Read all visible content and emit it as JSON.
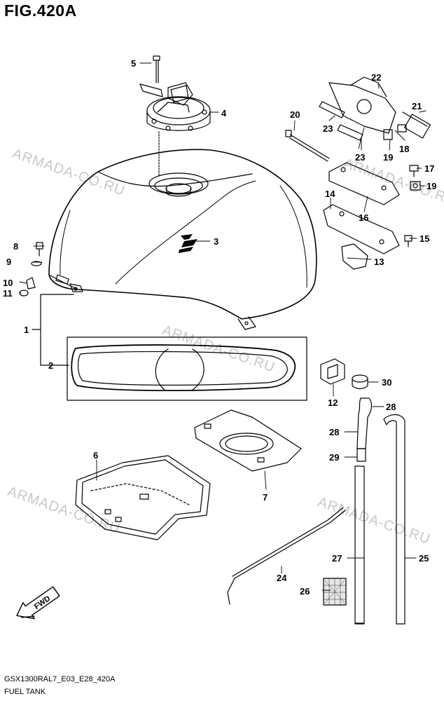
{
  "figure": {
    "title": "FIG.420A"
  },
  "footer": {
    "code": "GSX1300RAL7_E03_E28_420A",
    "caption": "FUEL TANK"
  },
  "watermark": {
    "text": "ARMADA-CO.RU"
  },
  "fwd": {
    "label": "FWD",
    "icon": "forward-arrow-icon"
  },
  "callouts": {
    "c1": "1",
    "c2": "2",
    "c3": "3",
    "c4": "4",
    "c5": "5",
    "c6": "6",
    "c7": "7",
    "c8": "8",
    "c9": "9",
    "c10": "10",
    "c11": "11",
    "c12": "12",
    "c13": "13",
    "c14": "14",
    "c15": "15",
    "c16": "16",
    "c17": "17",
    "c18": "18",
    "c19a": "19",
    "c19b": "19",
    "c20": "20",
    "c21": "21",
    "c22": "22",
    "c23a": "23",
    "c23b": "23",
    "c24": "24",
    "c25": "25",
    "c26": "26",
    "c27": "27",
    "c28a": "28",
    "c28b": "28",
    "c29": "29",
    "c30": "30"
  }
}
